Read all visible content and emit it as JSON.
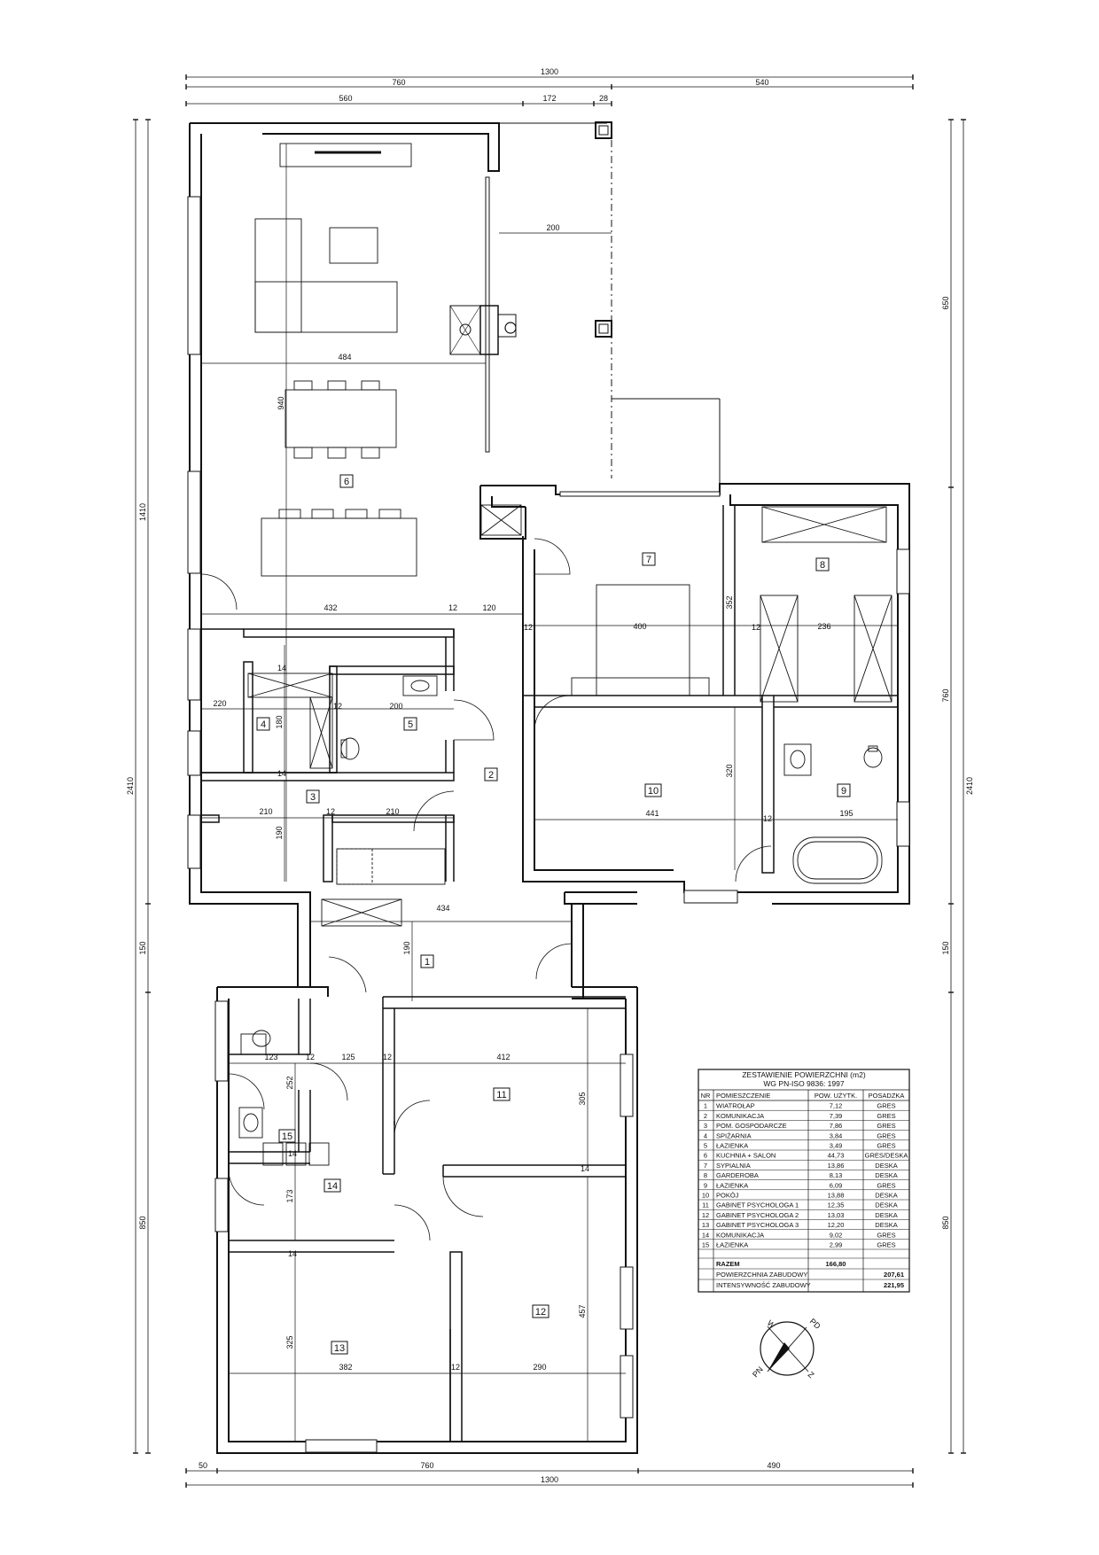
{
  "dimensions": {
    "top_total": "1300",
    "top_row2": [
      "760",
      "540"
    ],
    "top_row3": [
      "560",
      "172",
      "28"
    ],
    "bottom_row1": [
      "50",
      "760",
      "490"
    ],
    "bottom_total": "1300",
    "left_total": "2410",
    "left_parts": [
      "1410",
      "150",
      "850"
    ],
    "right_total": "2410",
    "right_parts": [
      "650",
      "760",
      "150",
      "850"
    ],
    "terrace_width": "200",
    "inner": {
      "d484": "484",
      "d940": "940",
      "d432": "432",
      "d12a": "12",
      "d120": "120",
      "d12b": "12",
      "d400": "400",
      "d12c": "12",
      "d236": "236",
      "d352": "352",
      "d14a": "14",
      "d220": "220",
      "d180": "180",
      "d12d": "12",
      "d200": "200",
      "d14b": "14",
      "d210a": "210",
      "d12e": "12",
      "d210b": "210",
      "d190a": "190",
      "d320": "320",
      "d441": "441",
      "d195": "195",
      "d12f": "12",
      "d434": "434",
      "d190b": "190",
      "d123": "123",
      "d12g": "12",
      "d125": "125",
      "d12h": "12",
      "d412": "412",
      "d252": "252",
      "d305": "305",
      "d14c": "14",
      "d173": "173",
      "d14d": "14",
      "d14e": "14",
      "d457": "457",
      "d325": "325",
      "d382": "382",
      "d12i": "12",
      "d290": "290"
    }
  },
  "rooms": [
    {
      "nr": "1"
    },
    {
      "nr": "2"
    },
    {
      "nr": "3"
    },
    {
      "nr": "4"
    },
    {
      "nr": "5"
    },
    {
      "nr": "6"
    },
    {
      "nr": "7"
    },
    {
      "nr": "8"
    },
    {
      "nr": "9"
    },
    {
      "nr": "10"
    },
    {
      "nr": "11"
    },
    {
      "nr": "12"
    },
    {
      "nr": "13"
    },
    {
      "nr": "14"
    },
    {
      "nr": "15"
    }
  ],
  "area_table": {
    "title_line1": "ZESTAWIENIE POWIERZCHNI (m2)",
    "title_line2": "WG PN-ISO 9836: 1997",
    "headers": [
      "NR",
      "POMIESZCZENIE",
      "POW. UŻYTK.",
      "POSADZKA"
    ],
    "rows": [
      [
        "1",
        "WIATROŁAP",
        "7,12",
        "GRES"
      ],
      [
        "2",
        "KOMUNIKACJA",
        "7,39",
        "GRES"
      ],
      [
        "3",
        "POM. GOSPODARCZE",
        "7,86",
        "GRES"
      ],
      [
        "4",
        "SPIŻARNIA",
        "3,84",
        "GRES"
      ],
      [
        "5",
        "ŁAZIENKA",
        "3,49",
        "GRES"
      ],
      [
        "6",
        "KUCHNIA + SALON",
        "44,73",
        "GRES/DESKA"
      ],
      [
        "7",
        "SYPIALNIA",
        "13,86",
        "DESKA"
      ],
      [
        "8",
        "GARDEROBA",
        "8,13",
        "DESKA"
      ],
      [
        "9",
        "ŁAZIENKA",
        "6,09",
        "GRES"
      ],
      [
        "10",
        "POKÓJ",
        "13,88",
        "DESKA"
      ],
      [
        "11",
        "GABINET PSYCHOLOGA 1",
        "12,35",
        "DESKA"
      ],
      [
        "12",
        "GABINET PSYCHOLOGA 2",
        "13,03",
        "DESKA"
      ],
      [
        "13",
        "GABINET PSYCHOLOGA 3",
        "12,20",
        "DESKA"
      ],
      [
        "14",
        "KOMUNIKACJA",
        "9,02",
        "GRES"
      ],
      [
        "15",
        "ŁAZIENKA",
        "2,99",
        "GRES"
      ]
    ],
    "total_label": "RAZEM",
    "total_value": "166,80",
    "built_area_label": "POWIERZCHNIA ZABUDOWY",
    "built_area_value": "207,61",
    "intensity_label": "INTENSYWNOŚĆ ZABUDOWY",
    "intensity_value": "221,95"
  },
  "compass": {
    "labels": [
      "W",
      "PD",
      "PN",
      "Z"
    ]
  },
  "colors": {
    "line": "#111111",
    "wall": "#111111",
    "paper": "#ffffff"
  }
}
